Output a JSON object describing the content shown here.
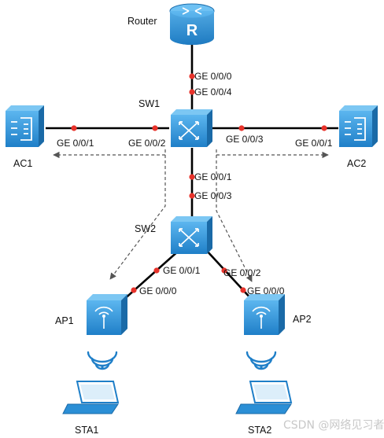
{
  "devices": {
    "router": "Router",
    "sw1": "SW1",
    "sw2": "SW2",
    "ac1": "AC1",
    "ac2": "AC2",
    "ap1": "AP1",
    "ap2": "AP2",
    "sta1": "STA1",
    "sta2": "STA2"
  },
  "ports": {
    "router_down": "GE 0/0/0",
    "sw1_up": "GE 0/0/4",
    "ac1_port": "GE 0/0/1",
    "sw1_to_ac1": "GE 0/0/2",
    "sw1_to_ac2": "GE 0/0/3",
    "ac2_port": "GE 0/0/1",
    "sw1_down": "GE 0/0/1",
    "sw2_up": "GE 0/0/3",
    "sw2_to_ap1": "GE 0/0/1",
    "ap1_port": "GE 0/0/0",
    "sw2_to_ap2": "GE 0/0/2",
    "ap2_port": "GE 0/0/0"
  },
  "watermark": "CSDN @网络见习者",
  "colors": {
    "device_blue": "#2b8fd6",
    "port_dot": "#e8332b",
    "link": "#000000",
    "capwap_dashed": "#555555"
  }
}
